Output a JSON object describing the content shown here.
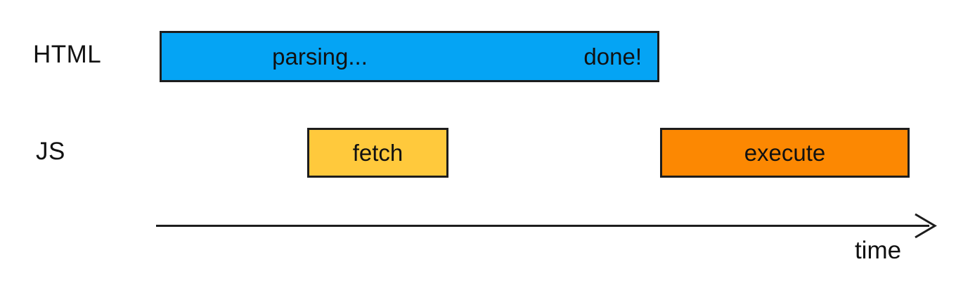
{
  "diagram": {
    "rows": [
      {
        "label": "HTML",
        "bar": {
          "name": "parsing",
          "label_mid": "parsing...",
          "label_end": "done!",
          "color": "#05a4f4"
        }
      },
      {
        "label": "JS",
        "bars": [
          {
            "name": "fetch",
            "label": "fetch",
            "color": "#ffc93c"
          },
          {
            "name": "execute",
            "label": "execute",
            "color": "#fc8802"
          }
        ]
      }
    ],
    "axis": {
      "label": "time",
      "direction": "right"
    },
    "colors": {
      "parse_bar": "#05a4f4",
      "fetch_bar": "#ffc93c",
      "execute_bar": "#fc8802",
      "border": "#1d1d1d",
      "text": "#111111",
      "background": "#ffffff"
    }
  }
}
